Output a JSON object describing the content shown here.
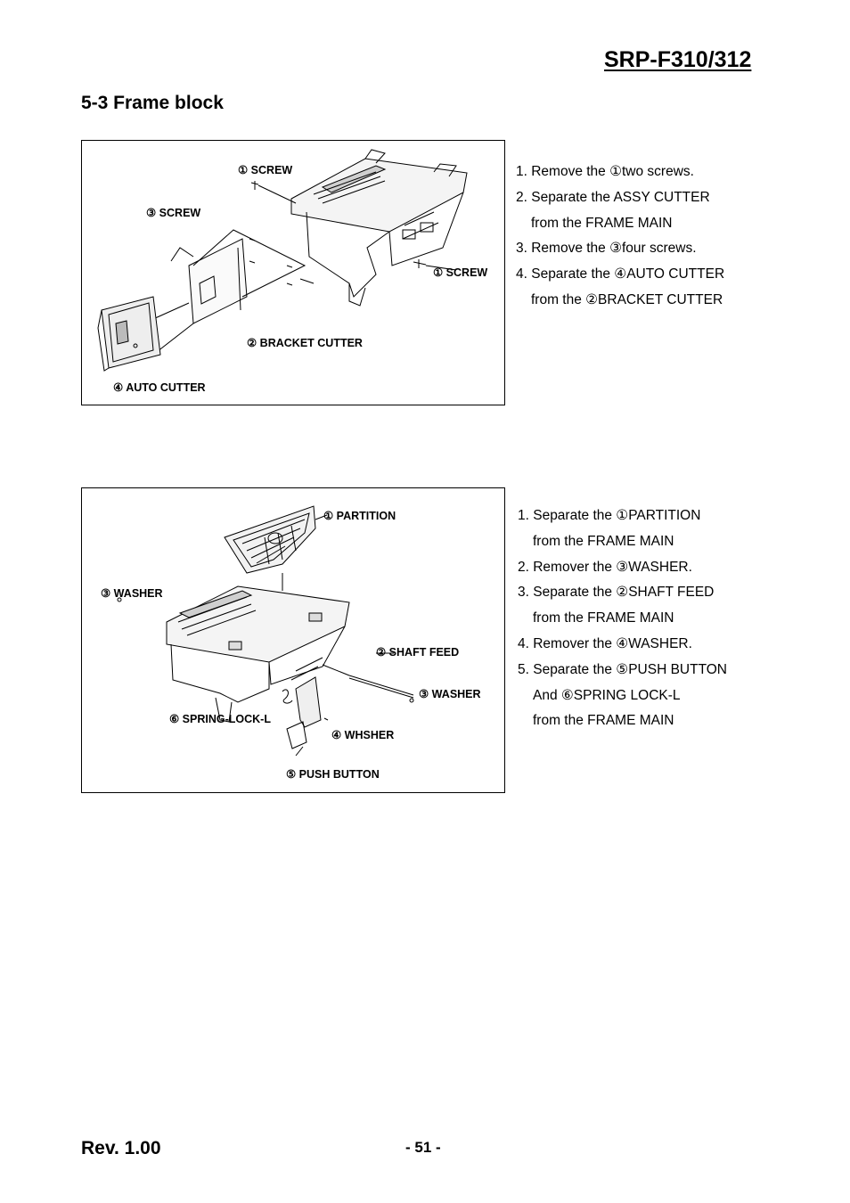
{
  "header": {
    "doc_title": "SRP-F310/312",
    "section_title": "5-3 Frame block"
  },
  "figure1": {
    "labels": {
      "screw_top": "① SCREW",
      "screw_left": "③ SCREW",
      "screw_right": "① SCREW",
      "bracket_cutter": "② BRACKET CUTTER",
      "auto_cutter": "④ AUTO CUTTER"
    },
    "steps": [
      "1. Remove the  ①two screws.",
      "2. Separate the ASSY CUTTER",
      "from the FRAME MAIN",
      "3. Remove the  ③four screws.",
      "4. Separate the  ④AUTO CUTTER",
      "from the  ②BRACKET CUTTER"
    ]
  },
  "figure2": {
    "labels": {
      "partition": "① PARTITION",
      "washer_left": "③ WASHER",
      "shaft_feed": "② SHAFT FEED",
      "washer_right": "③ WASHER",
      "spring_lock": "⑥ SPRING-LOCK-L",
      "whsher": "④ WHSHER",
      "push_button": "⑤ PUSH BUTTON"
    },
    "steps": [
      "1. Separate the  ①PARTITION",
      "from the FRAME MAIN",
      "2. Remover the  ③WASHER.",
      "3. Separate the  ②SHAFT FEED",
      "from the FRAME MAIN",
      "4. Remover the  ④WASHER.",
      "5. Separate the  ⑤PUSH BUTTON",
      "And  ⑥SPRING LOCK-L",
      "from the FRAME MAIN"
    ]
  },
  "footer": {
    "revision": "Rev. 1.00",
    "page_number": "- 51 -"
  }
}
